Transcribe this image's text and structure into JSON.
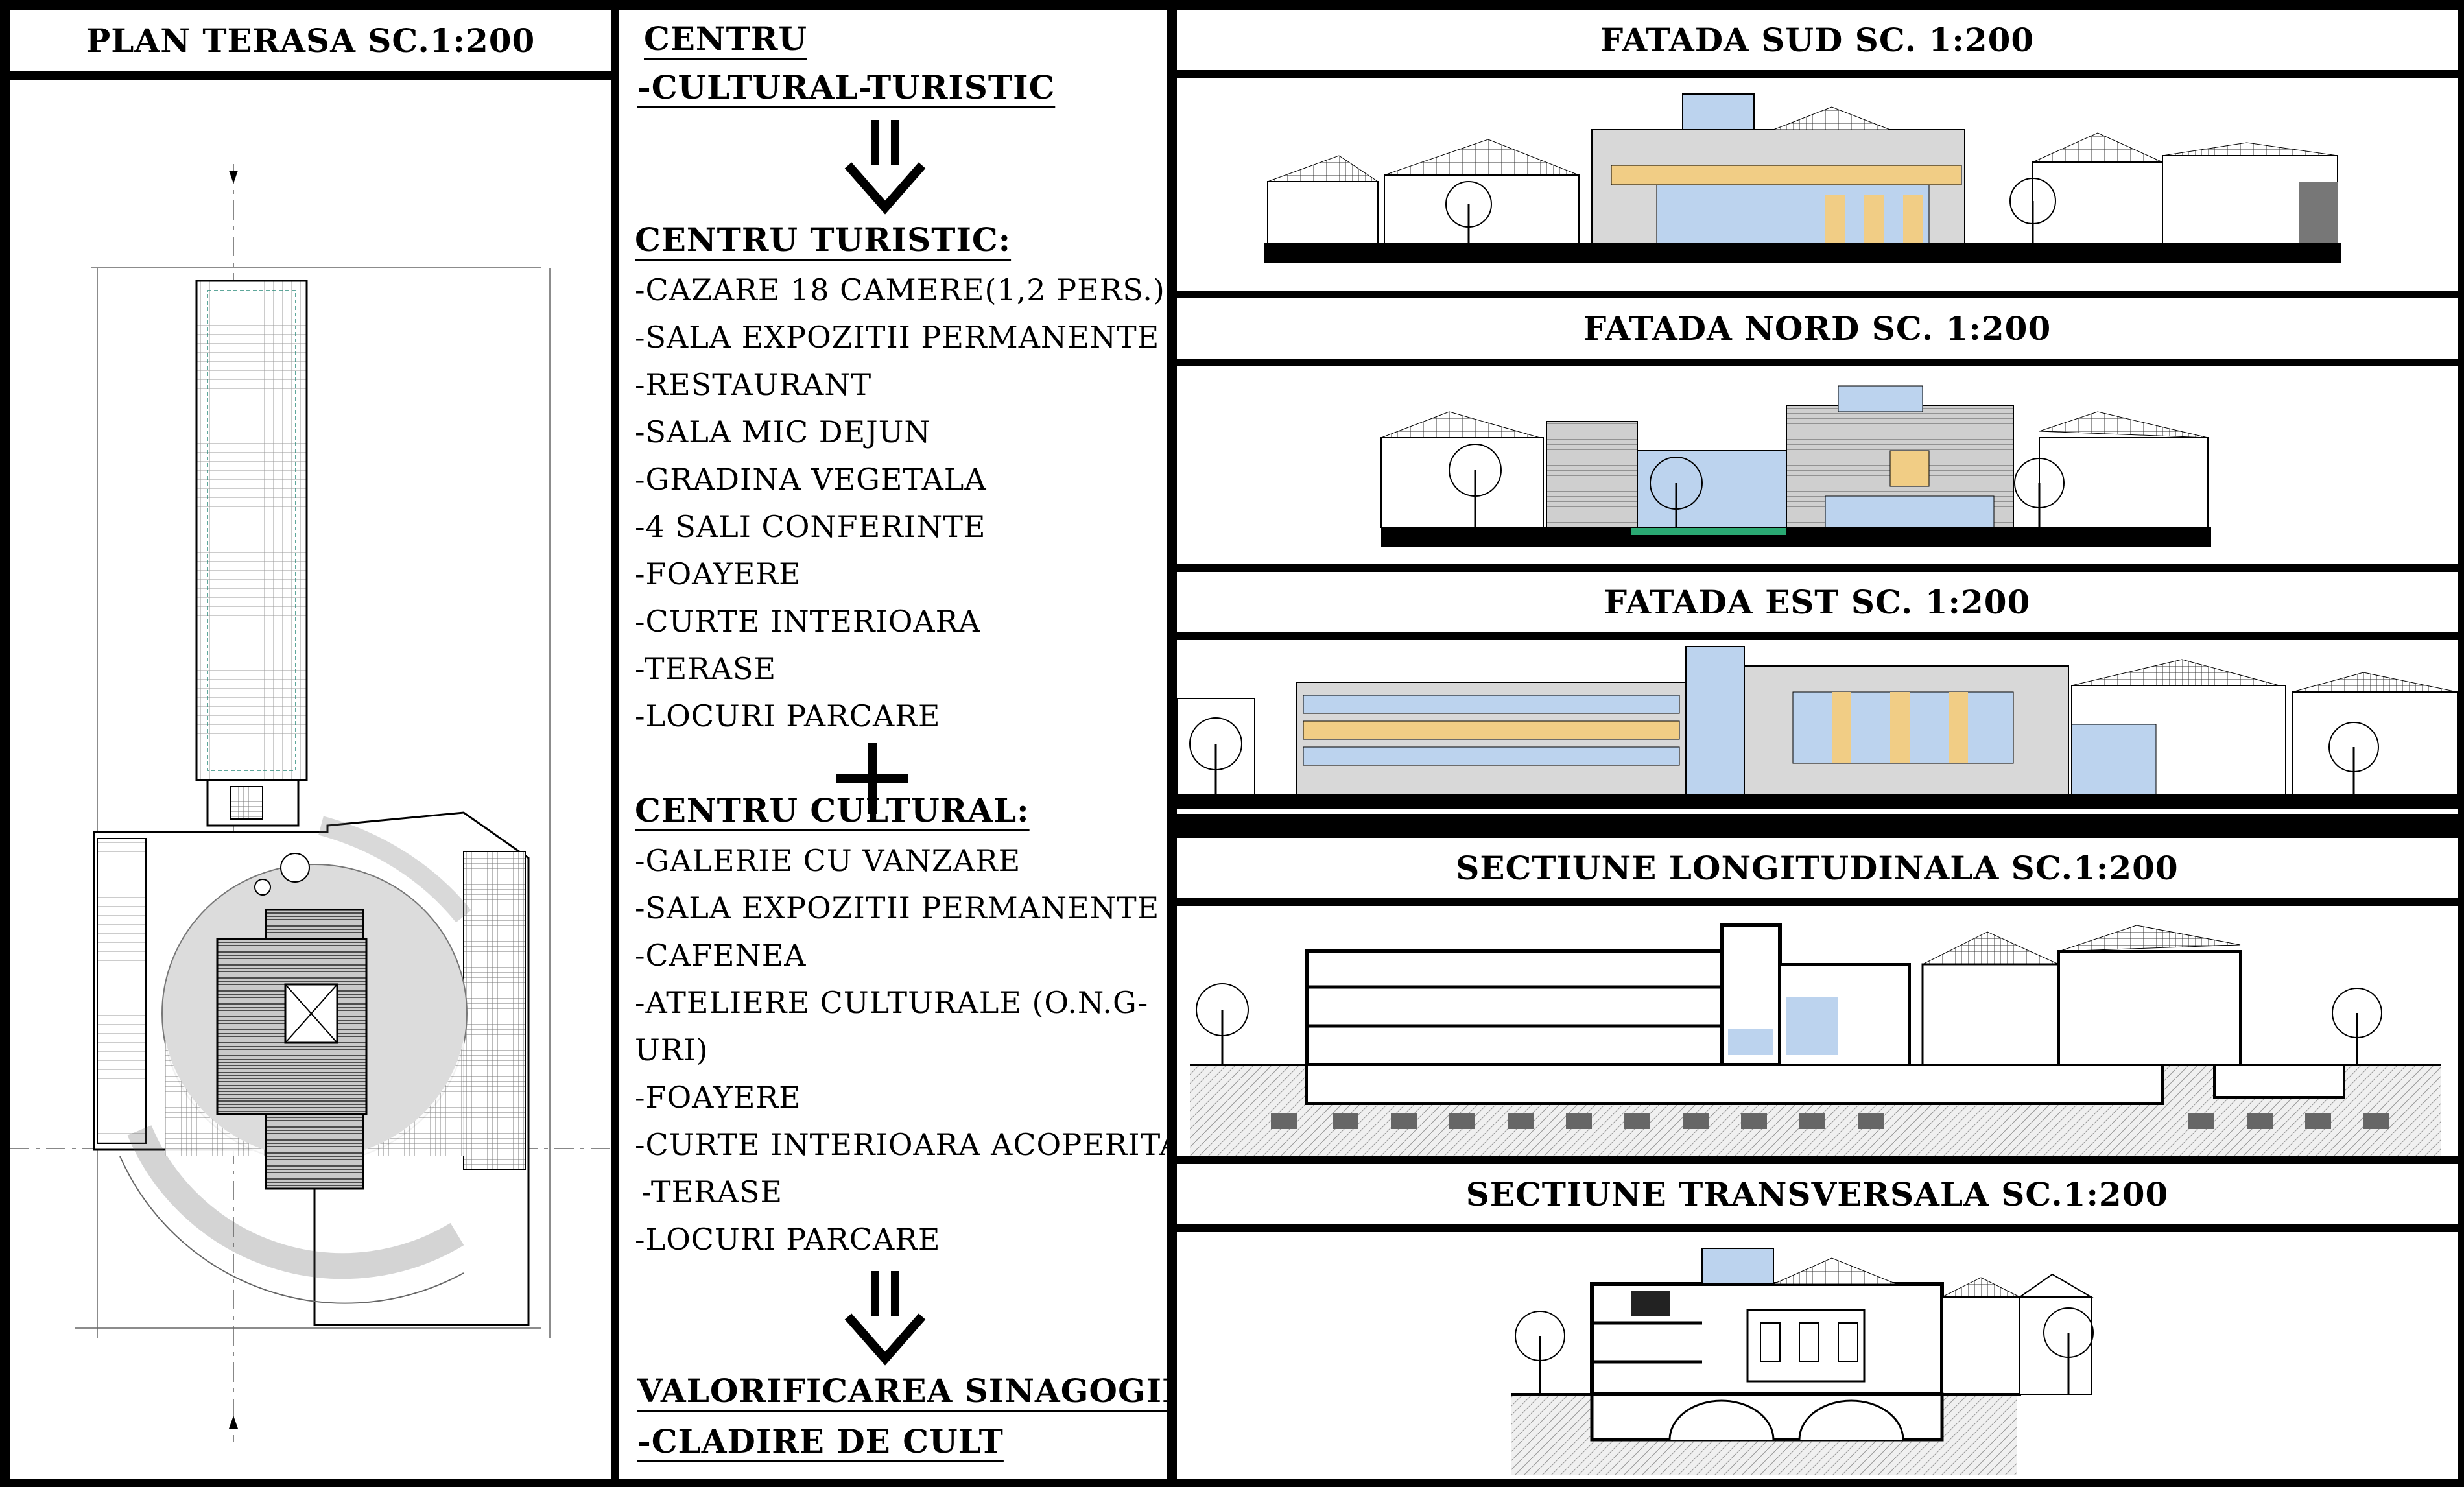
{
  "left": {
    "title": "PLAN TERASA SC.1:200"
  },
  "middle": {
    "heading_top_1": "CENTRU",
    "heading_top_2": "-CULTURAL-TURISTIC",
    "section_turistic": {
      "heading": "CENTRU TURISTIC:",
      "items": [
        "-CAZARE 18 CAMERE(1,2 PERS.)",
        "-SALA EXPOZITII PERMANENTE",
        "-RESTAURANT",
        "-SALA MIC DEJUN",
        "-GRADINA VEGETALA",
        "-4 SALI CONFERINTE",
        "-FOAYERE",
        "-CURTE INTERIOARA",
        "-TERASE",
        "-LOCURI PARCARE"
      ]
    },
    "section_cultural": {
      "heading": "CENTRU CULTURAL:",
      "items": [
        "-GALERIE CU VANZARE",
        "-SALA EXPOZITII PERMANENTE",
        "-CAFENEA",
        "-ATELIERE CULTURALE (O.N.G-",
        "URI)",
        "-FOAYERE",
        "-CURTE INTERIOARA ACOPERITA",
        "-TERASE",
        "-LOCURI PARCARE"
      ]
    },
    "heading_bottom_1": "VALORIFICAREA SINAGOGIEI",
    "heading_bottom_2": "-CLADIRE DE CULT"
  },
  "right": {
    "titles": [
      "FATADA SUD SC. 1:200",
      "FATADA NORD SC. 1:200",
      "FATADA EST SC. 1:200",
      "SECTIUNE LONGITUDINALA SC.1:200",
      "SECTIUNE TRANSVERSALA SC.1:200"
    ]
  },
  "colors": {
    "background": "#000000",
    "panel": "#ffffff",
    "glass": "#bcd3ee",
    "accent_wood": "#f1cd85",
    "hatch": "#9a9a9a"
  }
}
